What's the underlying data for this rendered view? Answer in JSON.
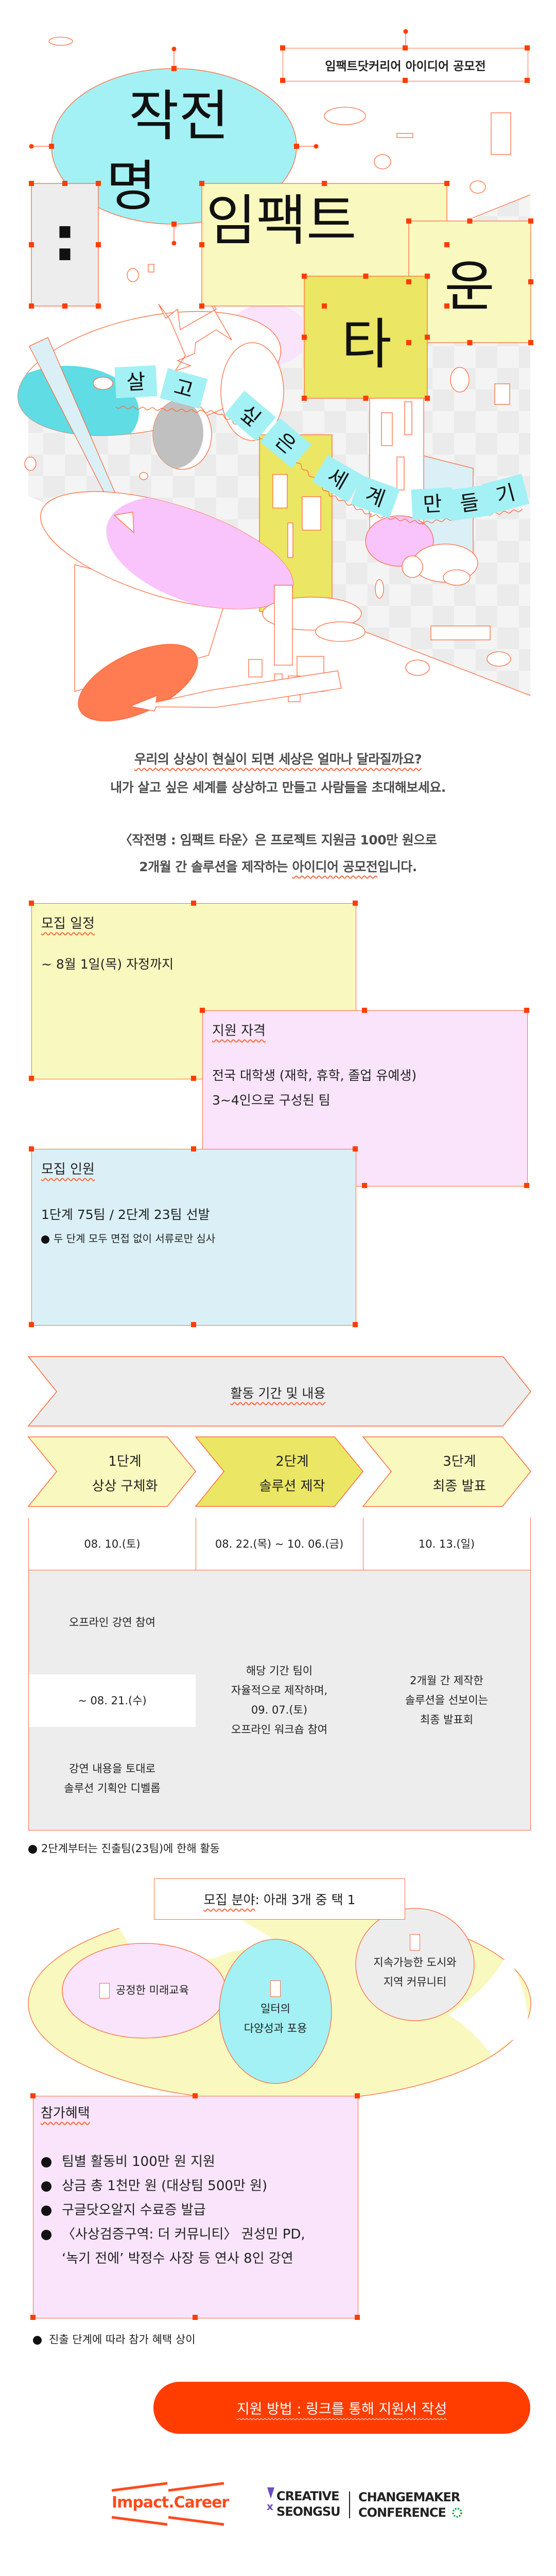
{
  "header": {
    "label": "임팩트닷커리어 아이디어 공모전"
  },
  "hero": {
    "title": {
      "part1": "작전",
      "part2": "명",
      "colon": ":",
      "part3": "임팩트",
      "part4": "타",
      "part5": "운"
    },
    "tagline": [
      "살",
      "고",
      "싶",
      "은",
      "세",
      "계",
      "만",
      "들",
      "기"
    ]
  },
  "intro": {
    "line1": "우리의 상상이 현실이 되면 세상은 얼마나 달라질까요?",
    "line2": "내가 살고 싶은 세계를 상상하고 만들고 사람들을 초대해보세요.",
    "line3": "〈작전명 : 임팩트 타운〉은 프로젝트 지원금 100만 원으로",
    "line4_pre": "2개월 간 솔루션을 제작하는 ",
    "line4_highlight": "아이디어 공모전",
    "line4_post": "입니다."
  },
  "cards": {
    "schedule": {
      "title": "모집 일정",
      "line1": "~ 8월 1일(목) 자정까지"
    },
    "eligibility": {
      "title": "지원 자격",
      "line1": "전국 대학생 (재학, 휴학, 졸업 유예생)",
      "line2": "3~4인으로 구성된 팀"
    },
    "recruit": {
      "title": "모집 인원",
      "line1": "1단계 75팀 / 2단계 23팀 선발",
      "note": "두 단계 모두 면접 없이 서류로만 심사"
    }
  },
  "activity": {
    "title": "활동 기간 및 내용",
    "stages": [
      {
        "step": "1단계",
        "name": "상상 구체화",
        "date": "08. 10.(토)"
      },
      {
        "step": "2단계",
        "name": "솔루션 제작",
        "date": "08. 22.(목) ~ 10. 06.(금)"
      },
      {
        "step": "3단계",
        "name": "최종 발표",
        "date": "10. 13.(일)"
      }
    ],
    "stage1_cells": {
      "top": "오프라인 강연 참여",
      "mid": "~ 08. 21.(수)",
      "bottom1": "강연 내용을 토대로",
      "bottom2": "솔루션 기획안 디벨롭"
    },
    "stage2_lines": [
      "해당 기간 팀이",
      "자율적으로 제작하며,",
      "09. 07.(토)",
      "오프라인 워크숍 참여"
    ],
    "stage3_lines": [
      "2개월 간 제작한",
      "솔루션을 선보이는",
      "최종 발표회"
    ],
    "footnote": "2단계부터는 진출팀(23팀)에 한해 활동"
  },
  "fields": {
    "label_highlight": "모집 분야",
    "label_rest": ": 아래 3개 중 택 1",
    "options": [
      {
        "line1": "공정한 미래교육"
      },
      {
        "line1": "일터의",
        "line2": "다양성과 포용"
      },
      {
        "line1": "지속가능한 도시와",
        "line2": "지역 커뮤니티"
      }
    ]
  },
  "benefits": {
    "title": "참가혜택",
    "items": [
      "팀별 활동비 100만 원 지원",
      "상금 총 1천만 원 (대상팀 500만 원)",
      "구글닷오알지 수료증 발급",
      "〈사상검증구역: 더 커뮤니티〉 권성민 PD,"
    ],
    "item4_cont": "‘녹기 전에’ 박정수 사장 등 연사 8인 강연",
    "footnote": "진출 단계에 따라 참가 혜택 상이"
  },
  "apply": {
    "label": "지원 방법 : 링크를 통해 지원서 작성"
  },
  "logos": {
    "impact_career": "Impact.Career",
    "creative_seongsu_line1": "CREATIVE",
    "creative_seongsu_line2": "SEONGSU",
    "changemaker_line1": "CHANGEMAKER",
    "changemaker_line2": "CONFERENCE"
  },
  "colors": {
    "accent": "#ff3d00",
    "stroke": "#ff6a3d",
    "cyan": "#a3f1f4",
    "light_yellow": "#f9f9bf",
    "yellow": "#ebe663",
    "pink": "#f9e4fb",
    "blue": "#daf0f6",
    "gray": "#ededed"
  }
}
